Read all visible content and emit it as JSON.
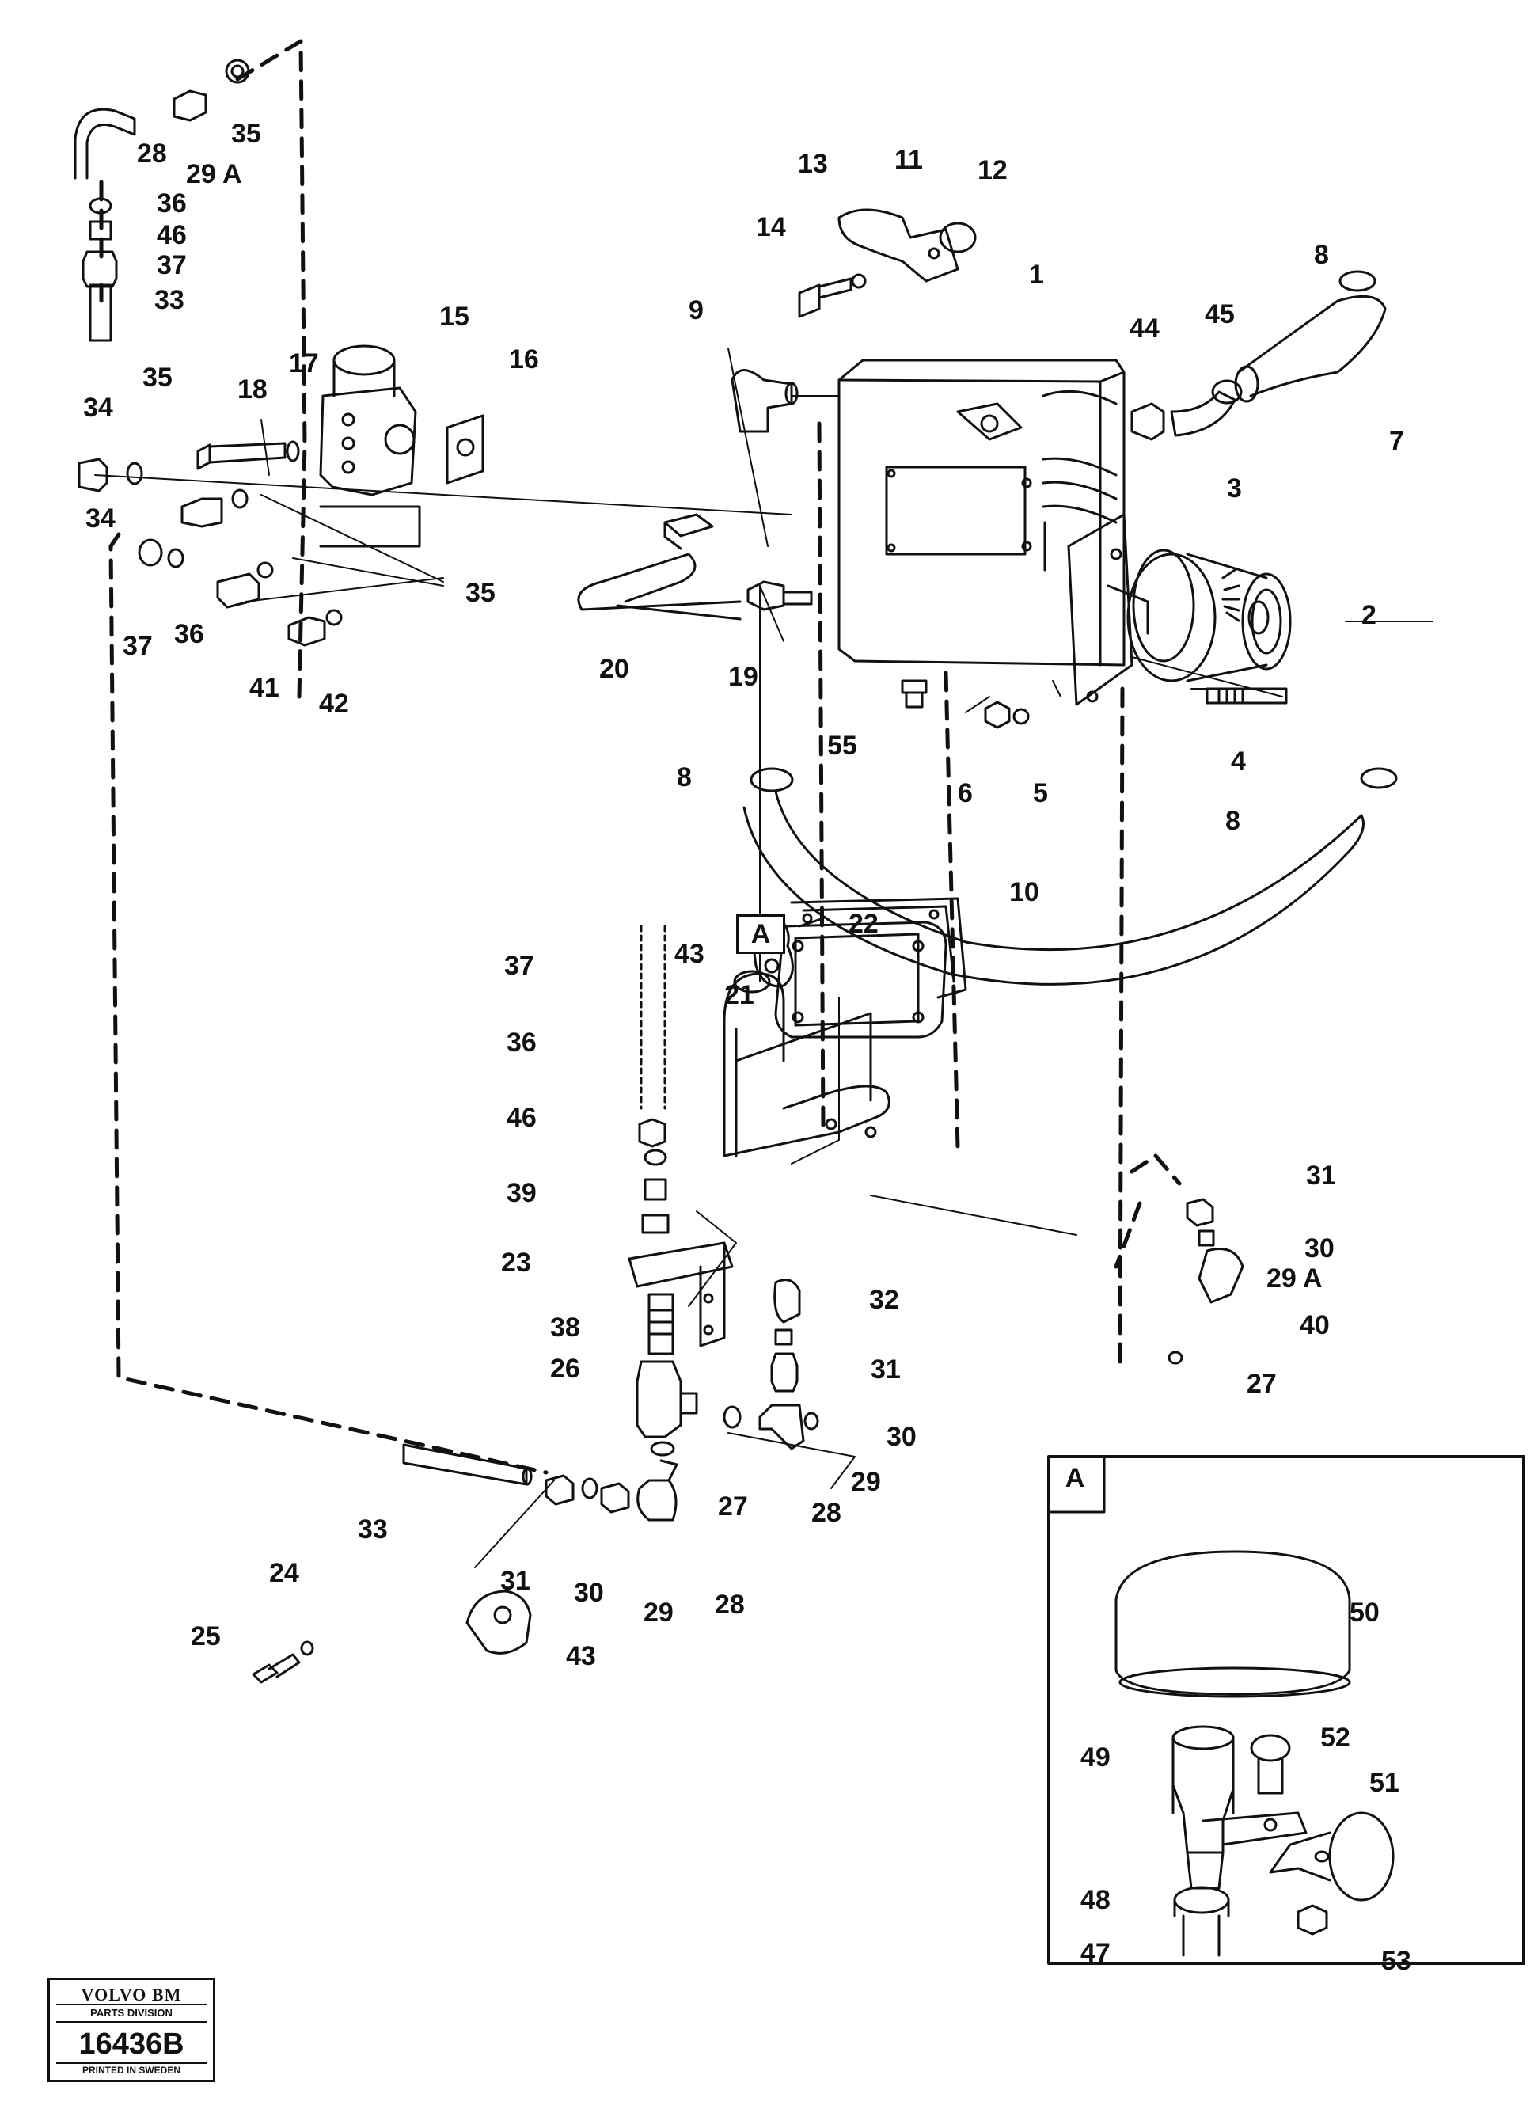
{
  "labels": {
    "p1": "1",
    "p2": "2",
    "p3": "3",
    "p4": "4",
    "p5": "5",
    "p6": "6",
    "p7": "7",
    "p8a": "8",
    "p8b": "8",
    "p8c": "8",
    "p9": "9",
    "p10": "10",
    "p11": "11",
    "p12": "12",
    "p13": "13",
    "p14": "14",
    "p15": "15",
    "p16": "16",
    "p17": "17",
    "p18": "18",
    "p19": "19",
    "p20": "20",
    "p21": "21",
    "p22": "22",
    "p23": "23",
    "p24": "24",
    "p25": "25",
    "p26": "26",
    "p27a": "27",
    "p27b": "27",
    "p28a": "28",
    "p28b": "28",
    "p28c": "28",
    "p29a_top": "29 A",
    "p29b": "29",
    "p29c": "29",
    "p29a_right": "29 A",
    "p30a": "30",
    "p30b": "30",
    "p30c": "30",
    "p31a": "31",
    "p31b": "31",
    "p31c": "31",
    "p32": "32",
    "p33a": "33",
    "p33b": "33",
    "p34a": "34",
    "p34b": "34",
    "p35a": "35",
    "p35b": "35",
    "p35c": "35",
    "p36a": "36",
    "p36b": "36",
    "p36c": "36",
    "p37a": "37",
    "p37b": "37",
    "p37c": "37",
    "p38": "38",
    "p39": "39",
    "p40": "40",
    "p41": "41",
    "p42": "42",
    "p43a": "43",
    "p43b": "43",
    "p44": "44",
    "p45": "45",
    "p46a": "46",
    "p46b": "46",
    "p47": "47",
    "p48": "48",
    "p49": "49",
    "p50": "50",
    "p51": "51",
    "p52": "52",
    "p53": "53",
    "p55": "55"
  },
  "inset": {
    "tag": "A",
    "callout_tag": "A"
  },
  "logo": {
    "brand": "VOLVO BM",
    "division": "PARTS DIVISION",
    "number": "16436B",
    "printed": "PRINTED IN SWEDEN"
  }
}
